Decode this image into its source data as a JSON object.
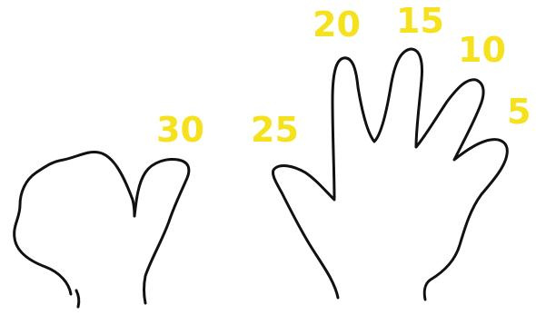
{
  "colors": {
    "label": "#f5e11c",
    "outline": "#111111",
    "background": "#ffffff"
  },
  "labels": {
    "thumb_only": "30",
    "left_thumb": "25",
    "index": "20",
    "middle": "15",
    "ring": "10",
    "pinky": "5"
  }
}
